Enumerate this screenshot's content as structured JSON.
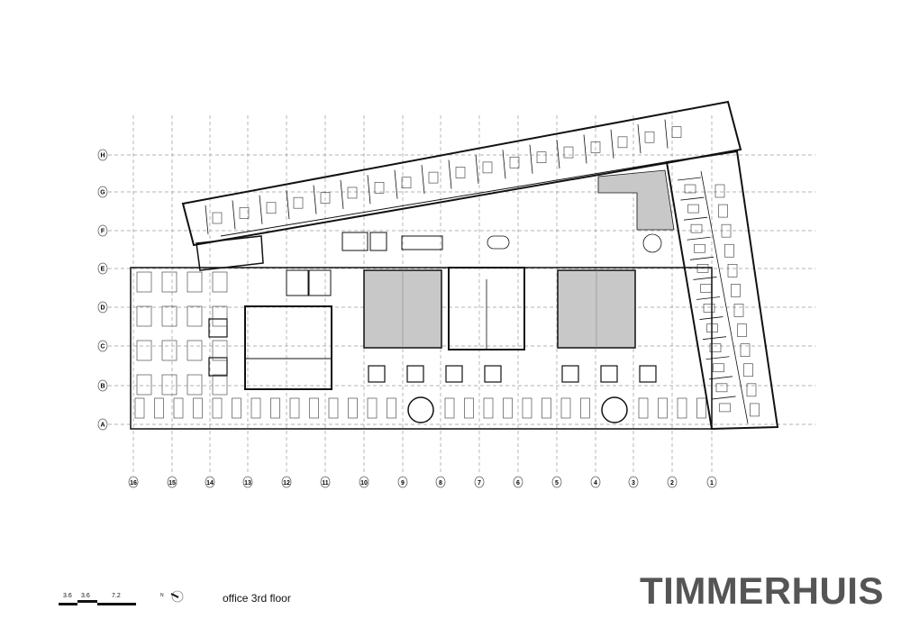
{
  "drawing": {
    "title": "TIMMERHUIS",
    "caption": "office 3rd floor",
    "scale_bar": [
      "3.6",
      "3.6",
      "7.2"
    ],
    "north_label": "N"
  },
  "grid": {
    "rows": [
      "H",
      "G",
      "F",
      "E",
      "D",
      "C",
      "B",
      "A"
    ],
    "columns": [
      "16",
      "15",
      "14",
      "13",
      "12",
      "11",
      "10",
      "9",
      "8",
      "7",
      "6",
      "5",
      "4",
      "3",
      "2",
      "1"
    ]
  },
  "colors": {
    "line": "#111111",
    "grid": "#9a9a9a",
    "void_fill": "#c8c8c8",
    "title": "#555555"
  }
}
